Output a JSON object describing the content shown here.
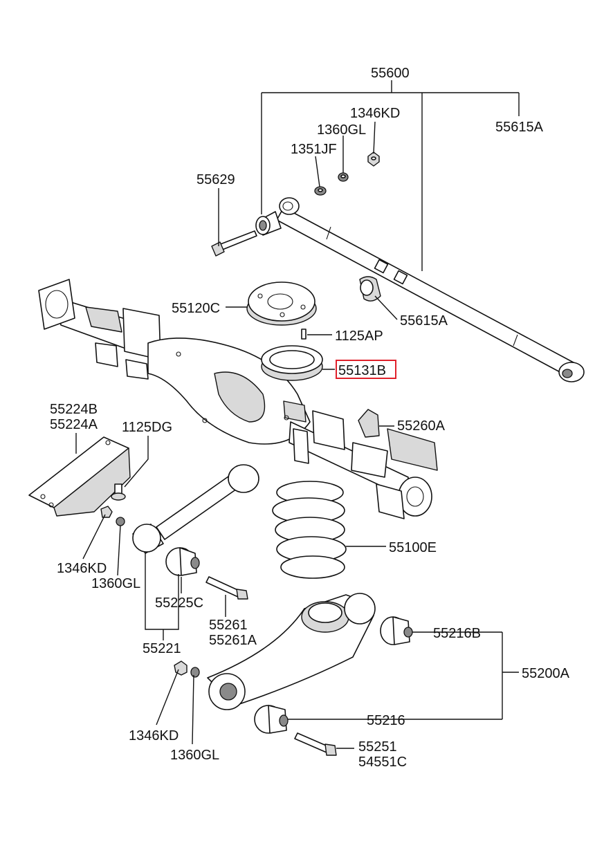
{
  "labels": {
    "asm_55600": "55600",
    "p_55615A_top": "55615A",
    "p_1346KD_top": "1346KD",
    "p_1360GL_top": "1360GL",
    "p_1351JF": "1351JF",
    "p_55629": "55629",
    "p_55120C": "55120C",
    "p_55615A_mid": "55615A",
    "p_1125AP": "1125AP",
    "p_55131B": "55131B",
    "p_55224B": "55224B",
    "p_55224A": "55224A",
    "p_1125DG": "1125DG",
    "p_55260A": "55260A",
    "p_55100E": "55100E",
    "p_1346KD_left": "1346KD",
    "p_1360GL_left": "1360GL",
    "p_55225C": "55225C",
    "p_55261": "55261",
    "p_55261A": "55261A",
    "p_55221": "55221",
    "p_55216B": "55216B",
    "p_55200A": "55200A",
    "p_1346KD_bottom": "1346KD",
    "p_1360GL_bottom": "1360GL",
    "p_55216": "55216",
    "p_55251": "55251",
    "p_54551C": "54551C"
  },
  "highlight": {
    "part": "55131B",
    "color": "#e0202a"
  }
}
